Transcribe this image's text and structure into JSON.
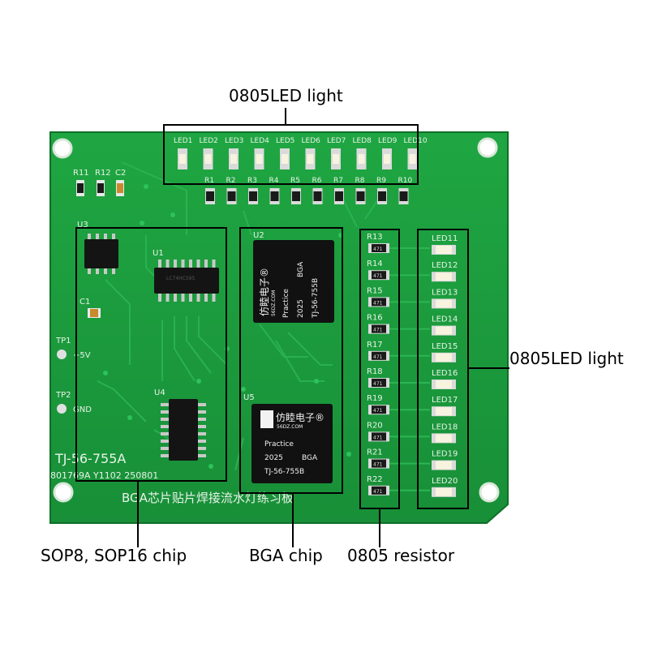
{
  "callouts": {
    "top_led": "0805LED light",
    "right_led": "0805LED light",
    "sop": "SOP8, SOP16 chip",
    "bga": "BGA chip",
    "resistor": "0805 resistor"
  },
  "board": {
    "model": "TJ-56-755A",
    "serial": "801769A Y1102 250801",
    "title_cn": "BGA芯片贴片焊接流水灯练习板",
    "tp1": "TP1",
    "tp1_label": "+5V",
    "tp2": "TP2",
    "tp2_label": "GND",
    "u1": "U1",
    "u2": "U2",
    "u3": "U3",
    "u4": "U4",
    "u5": "U5",
    "c1": "C1",
    "c2": "C2",
    "r11": "R11",
    "r12": "R12"
  },
  "top_leds": [
    "LED1",
    "LED2",
    "LED3",
    "LED4",
    "LED5",
    "LED6",
    "LED7",
    "LED8",
    "LED9",
    "LED10"
  ],
  "top_resistors": [
    "R1",
    "R2",
    "R3",
    "R4",
    "R5",
    "R6",
    "R7",
    "R8",
    "R9",
    "R10"
  ],
  "side_resistors": [
    "R13",
    "R14",
    "R15",
    "R16",
    "R17",
    "R18",
    "R19",
    "R20",
    "R21",
    "R22"
  ],
  "side_leds": [
    "LED11",
    "LED12",
    "LED13",
    "LED14",
    "LED15",
    "LED16",
    "LED17",
    "LED18",
    "LED19",
    "LED20"
  ],
  "bga_chips": [
    {
      "brand_cn": "仿睦电子®",
      "brand_url": "56DZ.COM",
      "line1": "Practice",
      "year": "2025",
      "type": "BGA",
      "part": "TJ-56-755B"
    },
    {
      "brand_cn": "仿睦电子®",
      "brand_url": "56DZ.COM",
      "line1": "Practice",
      "year": "2025",
      "type": "BGA",
      "part": "TJ-56-755B"
    }
  ],
  "resistor_marking": "471",
  "colors": {
    "pcb": "#1a9a3c",
    "pcb_dark": "#137a2e",
    "trace": "#27b04c",
    "silk": "#e8f3e8",
    "chip": "#111111",
    "box": "#000000"
  }
}
